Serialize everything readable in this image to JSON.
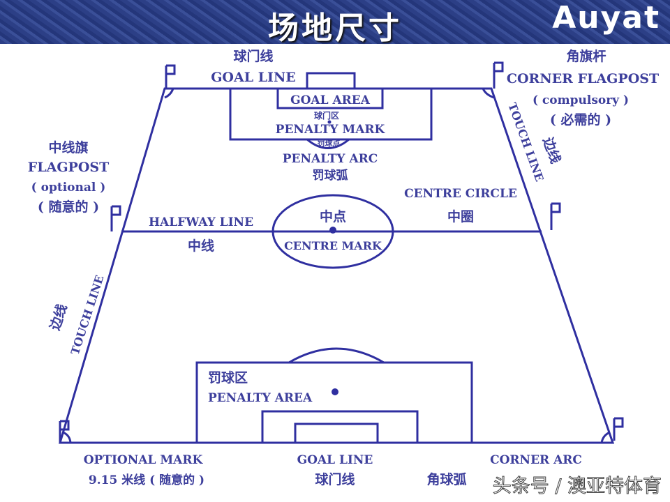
{
  "header": {
    "title": "场地尺寸",
    "logo": "Auyat"
  },
  "labels": {
    "goal_line_top_cn": "球门线",
    "goal_line_top_en": "GOAL LINE",
    "corner_flagpost_cn": "角旗杆",
    "corner_flagpost_en": "CORNER FLAGPOST",
    "compulsory_en": "( compulsory )",
    "compulsory_cn": "( 必需的 )",
    "goal_area_en": "GOAL AREA",
    "goal_area_cn": "球门区",
    "penalty_mark_en": "PENALTY MARK",
    "penalty_mark_cn": "罚球点",
    "penalty_arc_en": "PENALTY ARC",
    "penalty_arc_cn": "罚球弧",
    "touch_line_right_en": "TOUCH LINE",
    "touch_line_right_cn": "边线",
    "halfway_flag_cn": "中线旗",
    "halfway_flag_en": "FLAGPOST",
    "optional_en": "( optional )",
    "optional_cn": "( 随意的 )",
    "centre_circle_en": "CENTRE CIRCLE",
    "centre_circle_cn": "中圈",
    "halfway_line_en": "HALFWAY LINE",
    "halfway_line_cn": "中线",
    "centre_mark_cn": "中点",
    "centre_mark_en": "CENTRE MARK",
    "touch_line_left_en": "TOUCH LINE",
    "touch_line_left_cn": "边线",
    "penalty_area_cn": "罚球区",
    "penalty_area_en": "PENALTY AREA",
    "optional_mark_en": "OPTIONAL MARK",
    "optional_mark_cn": "9.15 米线 ( 随意的 )",
    "goal_line_bottom_en": "GOAL LINE",
    "goal_line_bottom_cn": "球门线",
    "corner_arc_en": "CORNER ARC",
    "corner_arc_cn": "角球弧"
  },
  "watermark": "头条号 / 澳亚特体育",
  "colors": {
    "line": "#2f2fa0",
    "text": "#3d3f9c",
    "header": "#2f4290"
  }
}
